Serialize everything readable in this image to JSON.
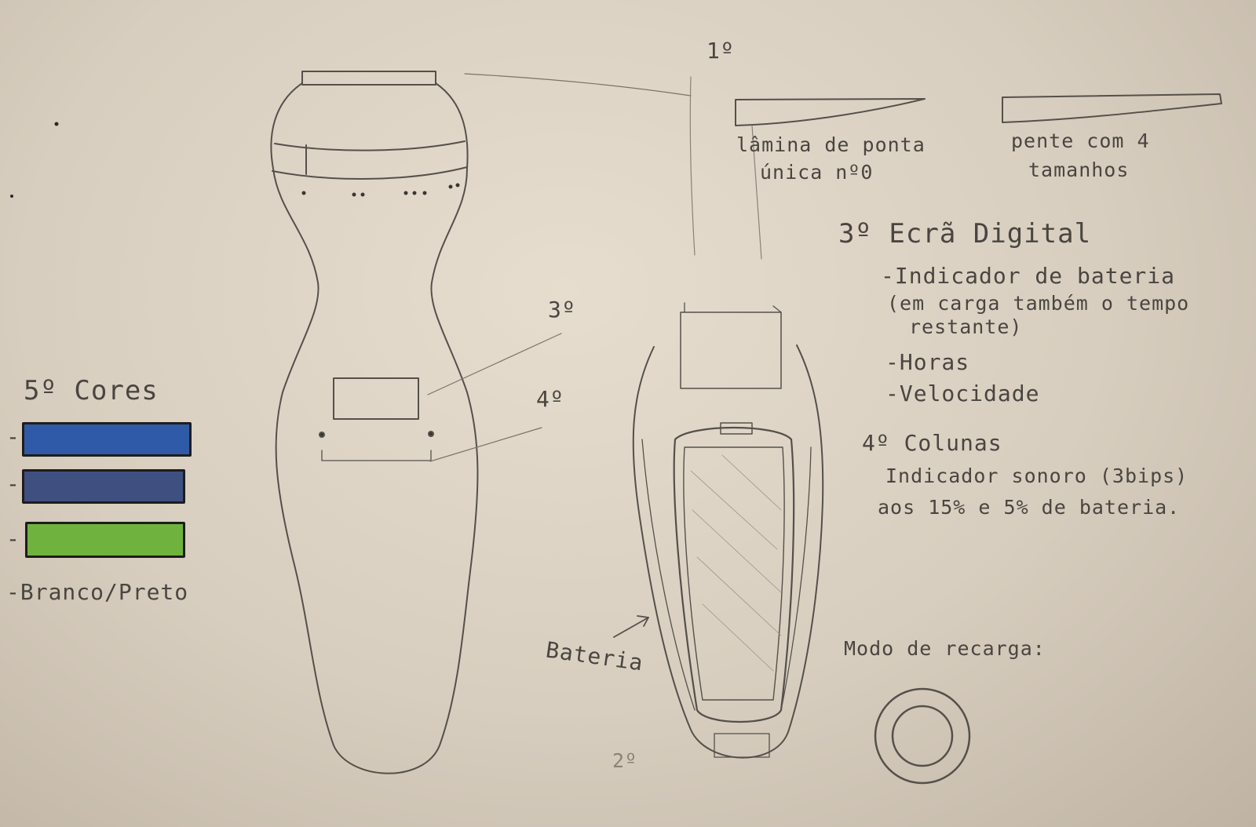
{
  "labels": {
    "step1": "1º",
    "step3_mark": "3º",
    "step4_mark": "4º",
    "step2_mark": "2º",
    "blade_a_line1": "lâmina de ponta",
    "blade_a_line2": "única nº0",
    "blade_b_line1": "pente com 4",
    "blade_b_line2": "tamanhos",
    "screen_title": "3º Ecrã Digital",
    "screen_item1": "-Indicador de bateria",
    "screen_item1_note1": "(em carga também o tempo",
    "screen_item1_note2": "restante)",
    "screen_item2": "-Horas",
    "screen_item3": "-Velocidade",
    "columns_title": "4º Colunas",
    "columns_line1": "Indicador sonoro (3bips)",
    "columns_line2": "aos 15% e 5% de bateria.",
    "colors_title": "5º Cores",
    "color_dash": "-",
    "color_last": "-Branco/Preto",
    "battery": "Bateria",
    "charging": "Modo de recarga:"
  },
  "colors": {
    "swatch1": "#2f5aa8",
    "swatch2": "#3f4f80",
    "swatch3": "#6fb33e",
    "pencil": "#4a4540"
  }
}
